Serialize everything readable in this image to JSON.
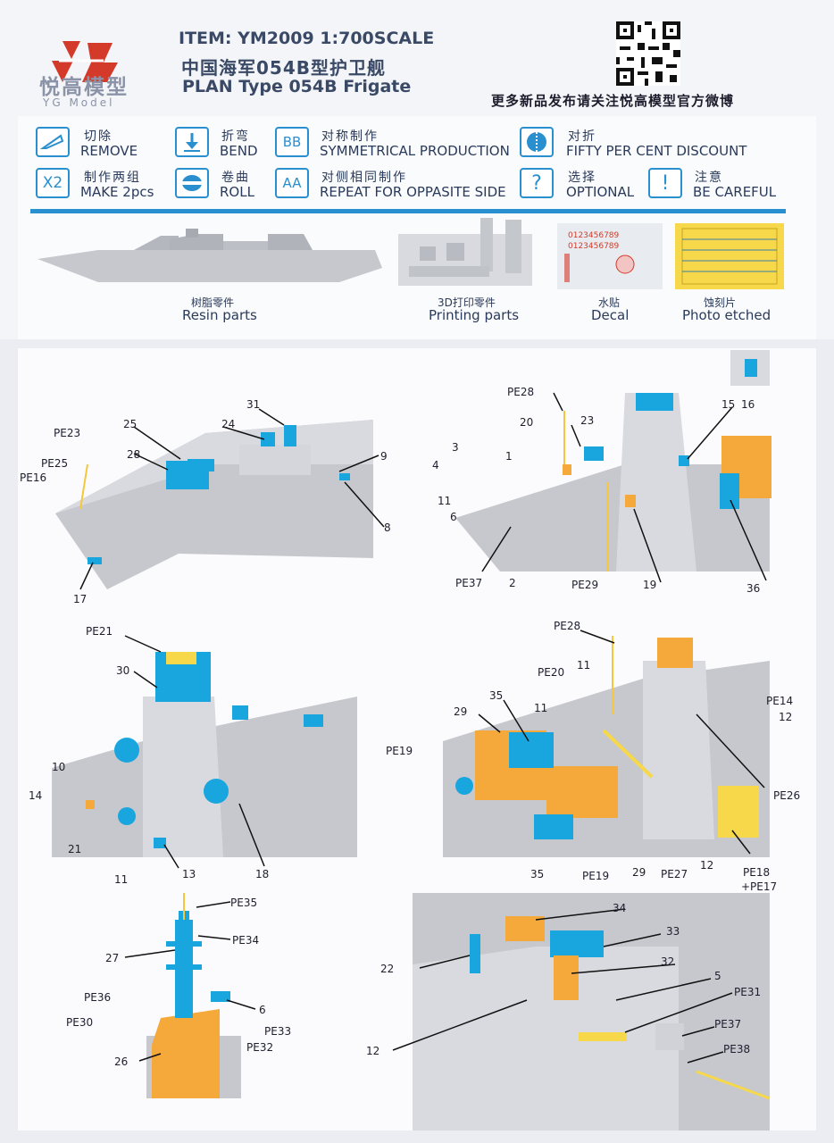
{
  "header": {
    "logo_cn": "悦高模型",
    "logo_en": "YG Model",
    "item_line": "ITEM: YM2009 1:700SCALE",
    "cn_title": "中国海军054B型护卫舰",
    "en_title": "PLAN Type 054B Frigate",
    "follow_text": "更多新品发布请关注悦高模型官方微博"
  },
  "legend": [
    {
      "cn": "切除",
      "en": "REMOVE",
      "icon": "remove-icon"
    },
    {
      "cn": "制作两组",
      "en": "MAKE 2pcs",
      "icon": "x2-icon",
      "icon_text": "X2"
    },
    {
      "cn": "折弯",
      "en": "BEND",
      "icon": "bend-icon"
    },
    {
      "cn": "卷曲",
      "en": "ROLL",
      "icon": "roll-icon"
    },
    {
      "cn": "对称制作",
      "en": "SYMMETRICAL PRODUCTION",
      "icon": "symmetric-icon",
      "icon_text": "BB"
    },
    {
      "cn": "对侧相同制作",
      "en": "REPEAT FOR OPPASITE SIDE",
      "icon": "repeat-icon",
      "icon_text": "AA"
    },
    {
      "cn": "对折",
      "en": "FIFTY PER CENT DISCOUNT",
      "icon": "fold-icon"
    },
    {
      "cn": "选择",
      "en": "OPTIONAL",
      "icon": "question-icon",
      "icon_text": "?"
    },
    {
      "cn": "注意",
      "en": "BE CAREFUL",
      "icon": "caution-icon",
      "icon_text": "!"
    }
  ],
  "parts": [
    {
      "cn": "树脂零件",
      "en": "Resin parts"
    },
    {
      "cn": "3D打印零件",
      "en": "Printing parts"
    },
    {
      "cn": "水贴",
      "en": "Decal"
    },
    {
      "cn": "蚀刻片",
      "en": "Photo etched"
    }
  ],
  "decal_numbers": "0123456789",
  "step1_labels": [
    "31",
    "25",
    "24",
    "28",
    "9",
    "PE23",
    "PE25",
    "PE16",
    "8",
    "17"
  ],
  "step2_labels": [
    "PE28",
    "20",
    "23",
    "3",
    "1",
    "15",
    "16",
    "4",
    "11",
    "6",
    "PE37",
    "2",
    "PE29",
    "19",
    "36"
  ],
  "step3_labels": [
    "PE21",
    "30",
    "10",
    "14",
    "21",
    "11",
    "13",
    "18"
  ],
  "step4_labels": [
    "PE28",
    "11",
    "PE20",
    "35",
    "11",
    "PE14",
    "29",
    "12",
    "PE19",
    "PE26",
    "35",
    "PE19",
    "29",
    "PE27",
    "12",
    "PE18",
    "+PE17"
  ],
  "step5_labels": [
    "PE35",
    "PE34",
    "27",
    "PE36",
    "6",
    "PE30",
    "PE33",
    "PE32",
    "26"
  ],
  "step6_labels": [
    "34",
    "33",
    "22",
    "32",
    "5",
    "PE31",
    "PE37",
    "12",
    "PE38"
  ],
  "colors": {
    "accent": "#2a8fcf",
    "resin": "#c6c8cd",
    "blue_part": "#19a6df",
    "orange_part": "#f4a93a",
    "pe_yellow": "#f6d84a"
  }
}
